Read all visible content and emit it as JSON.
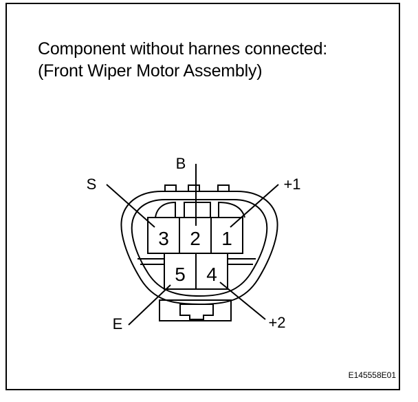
{
  "title": {
    "line1": "Component without harnes connected:",
    "line2": "(Front Wiper Motor Assembly)"
  },
  "terminals": {
    "pins": [
      "3",
      "2",
      "1",
      "5",
      "4"
    ],
    "labels": {
      "B": "B",
      "S": "S",
      "plus1": "+1",
      "E": "E",
      "plus2": "+2"
    }
  },
  "figure_code": "E145558E01"
}
